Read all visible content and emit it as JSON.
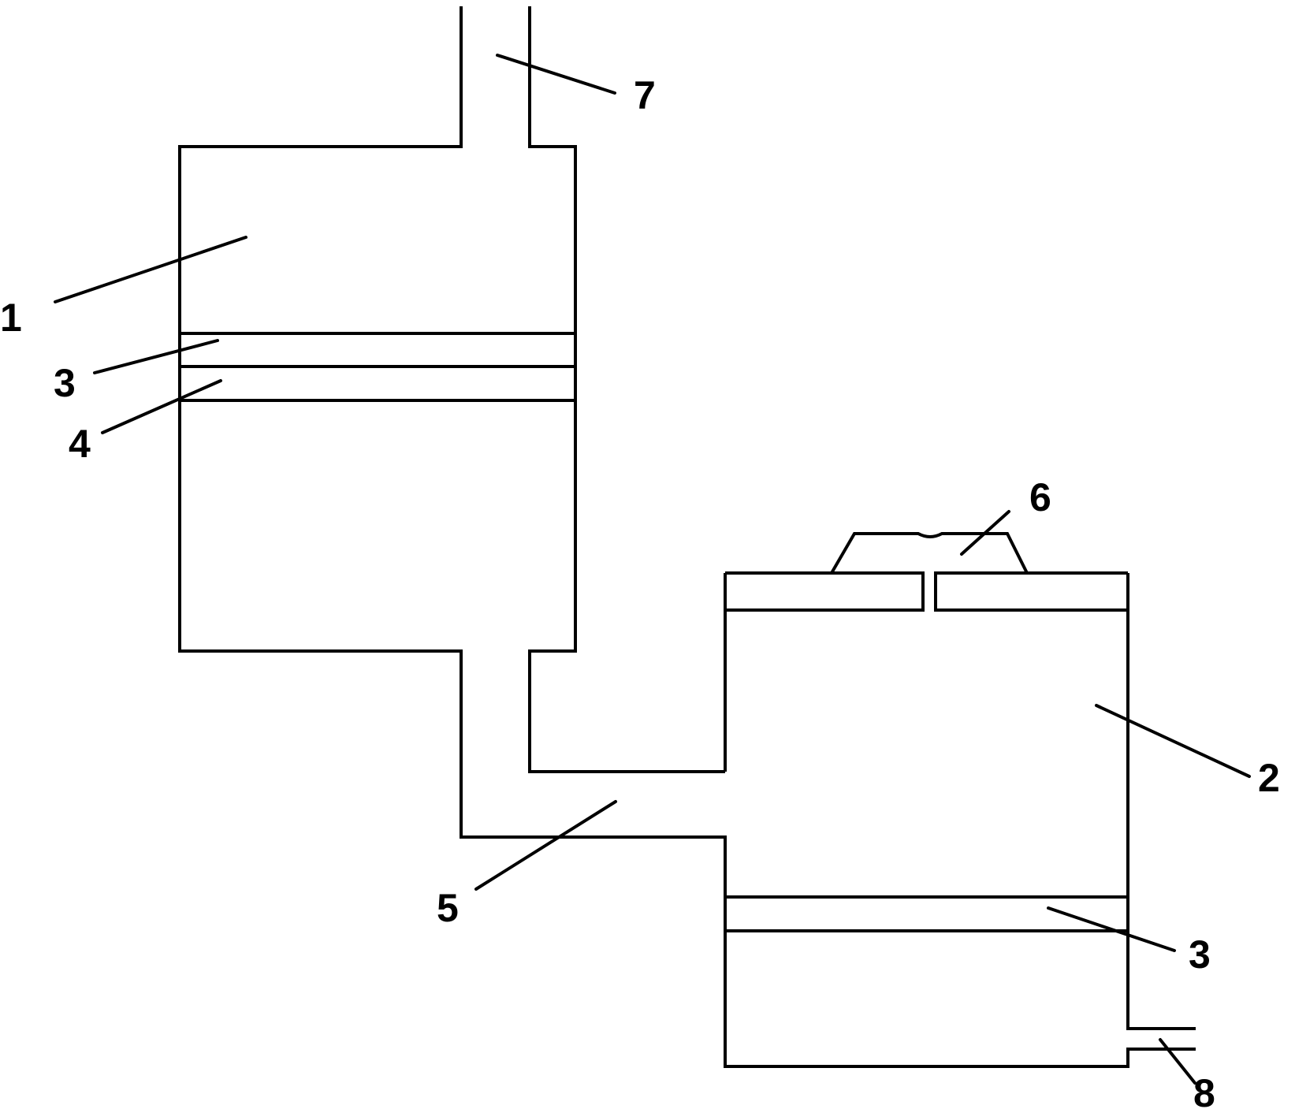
{
  "labels": {
    "l1": "1",
    "l2": "2",
    "l3a": "3",
    "l3b": "3",
    "l4": "4",
    "l5": "5",
    "l6": "6",
    "l7": "7",
    "l8": "8"
  }
}
